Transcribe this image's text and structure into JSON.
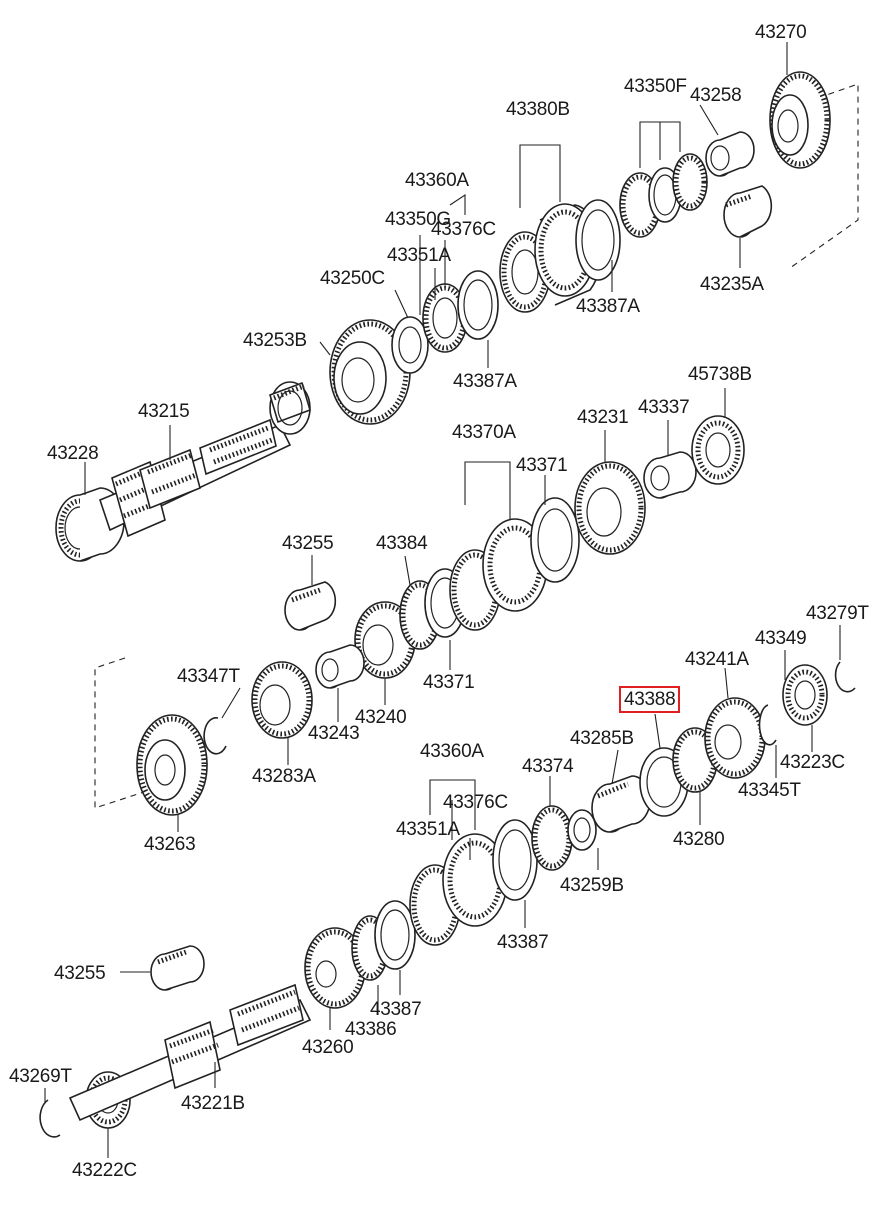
{
  "diagram": {
    "highlighted_part": "43388",
    "part_labels": [
      "43270",
      "43350F",
      "43258",
      "43380B",
      "43360A",
      "43350G",
      "43376C",
      "43351A",
      "43250C",
      "43253B",
      "43387A",
      "43387A",
      "43235A",
      "43215",
      "43228",
      "45738B",
      "43370A",
      "43337",
      "43231",
      "43371",
      "43255",
      "43384",
      "43279T",
      "43349",
      "43241A",
      "43347T",
      "43388",
      "43285B",
      "43223C",
      "43240",
      "43371",
      "43243",
      "43283A",
      "43345T",
      "43374",
      "43360A",
      "43376C",
      "43280",
      "43351A",
      "43263",
      "43259B",
      "43387",
      "43255",
      "43387",
      "43386",
      "43260",
      "43269T",
      "43221B",
      "43222C"
    ]
  }
}
